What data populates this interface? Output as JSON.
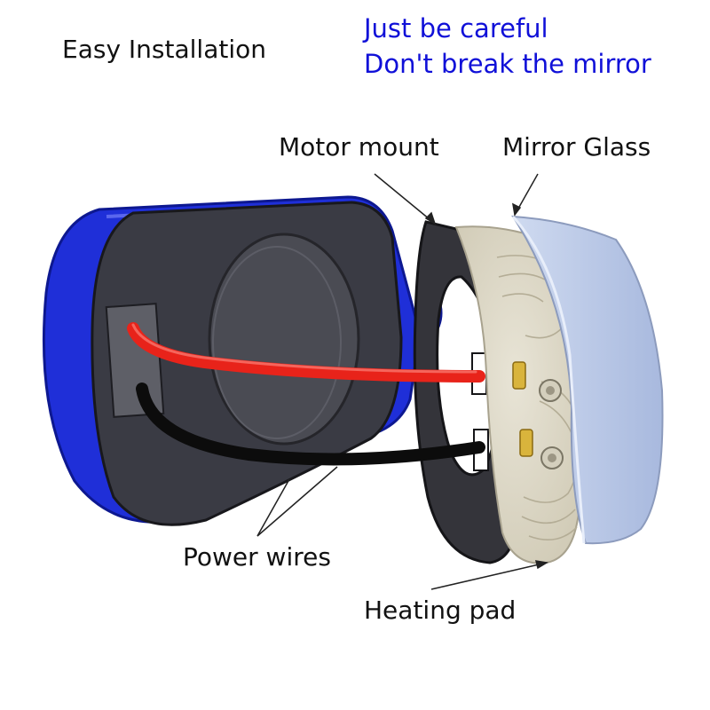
{
  "header": {
    "title": "Easy Installation",
    "warning_line1": "Just be careful",
    "warning_line2": "Don't break the mirror"
  },
  "labels": {
    "motor_mount": "Motor mount",
    "mirror_glass": "Mirror Glass",
    "power_wires": "Power wires",
    "heating_pad": "Heating pad"
  },
  "colors": {
    "housing": "#1f2fd8",
    "backplate": "#3a3b44",
    "gasket": "#34343a",
    "heating_pad": "#ddd8c6",
    "glass": "#b9c8e6",
    "red_wire": "#e8231a",
    "black_wire": "#0c0c0c",
    "warning_text": "#1010d8"
  }
}
